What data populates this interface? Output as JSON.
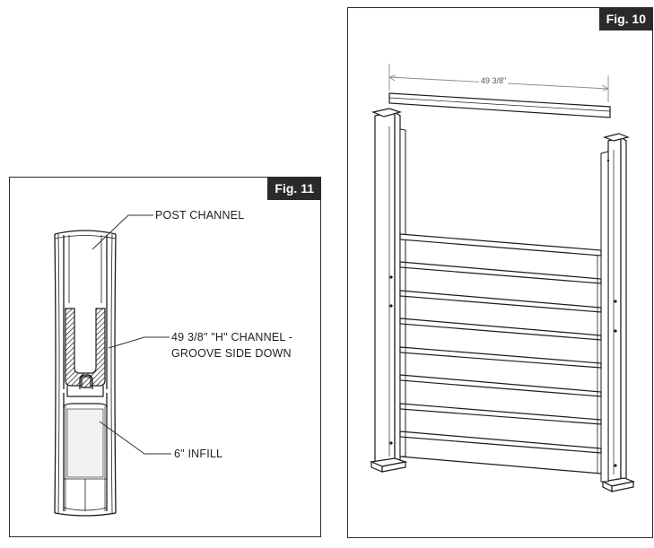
{
  "figures": {
    "fig11": {
      "tag": "Fig. 11",
      "labels": {
        "post_channel": "POST CHANNEL",
        "h_channel_line1": "49 3/8\" \"H\" CHANNEL -",
        "h_channel_line2": "GROOVE SIDE DOWN",
        "infill": "6\" INFILL"
      }
    },
    "fig10": {
      "tag": "Fig. 10",
      "dimension": "49 3/8\""
    }
  }
}
